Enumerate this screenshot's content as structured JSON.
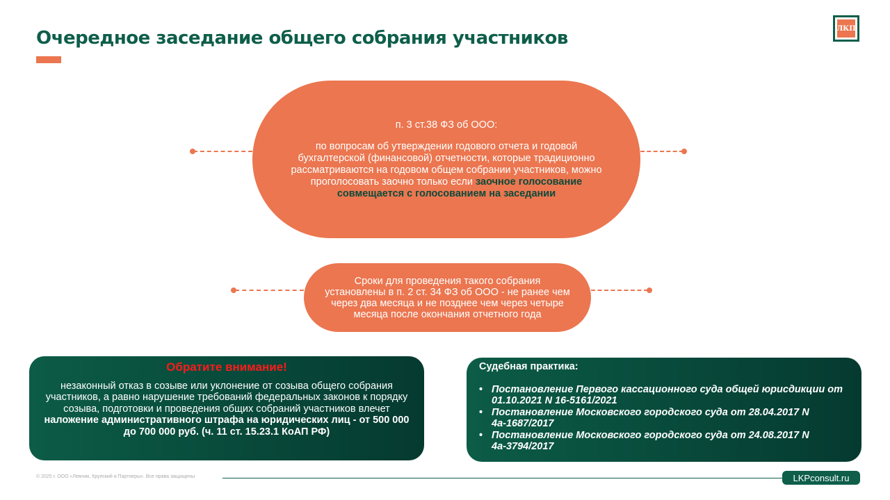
{
  "header": {
    "title": "Очередное заседание общего собрания участников",
    "logo_text": "ЛКП"
  },
  "main_pill": {
    "heading": "п. 3 ст.38 ФЗ об ООО:",
    "text": "по вопросам об утверждении годового отчета и годовой бухгалтерской (финансовой) отчетности, которые традиционно рассматриваются на годовом общем собрании участников, можно проголосовать заочно только если ",
    "highlight": "заочное голосование совмещается с голосованием на заседании"
  },
  "deadline_pill": {
    "text": "Сроки для проведения такого собрания установлены в п. 2 ст. 34 ФЗ об ООО - не ранее чем через два месяца и не позднее чем через четыре месяца после окончания отчетного года"
  },
  "warning_box": {
    "heading": "Обратите внимание!",
    "text": "незаконный отказ в созыве или уклонение от созыва общего собрания участников, а равно нарушение требований федеральных законов к порядку созыва, подготовки и проведения общих собраний участников влечет ",
    "bold": "наложение административного штрафа на юридических лиц - от 500 000 до 700 000 руб. (ч. 11 ст. 15.23.1 КоАП РФ)"
  },
  "practice_box": {
    "heading": "Судебная практика:",
    "items": [
      "Постановление Первого кассационного суда общей юрисдикции от 01.10.2021 N 16-5161/2021",
      "Постановление Московского городского суда от 28.04.2017 N 4а-1687/2017",
      "Постановление Московского городского суда от 24.08.2017 N 4а-3794/2017"
    ]
  },
  "footer": {
    "copyright": "© 2025 г. ООО «Лемчик, Крупский и Партнеры». Все права защищены",
    "site": "LKPconsult.ru"
  },
  "colors": {
    "accent": "#eb7650",
    "brand": "#0e5e4a"
  }
}
